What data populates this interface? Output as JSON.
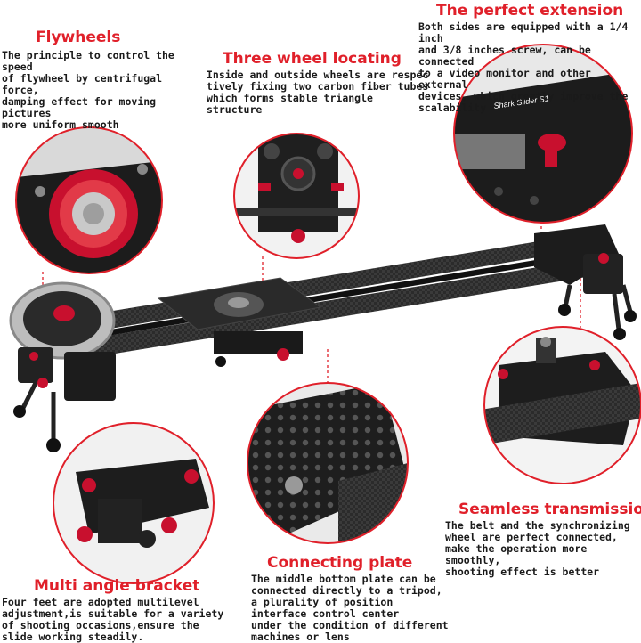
{
  "colors": {
    "accent_red": "#e0202a",
    "circle_border": "#e0202a",
    "rail_carbon": "#2e2e2e",
    "plate_black": "#1c1c1c",
    "knob_red": "#c8102e"
  },
  "features": {
    "flywheels": {
      "title": "Flywheels",
      "lines": [
        "The principle to control the speed",
        "of flywheel by centrifugal force,",
        "damping effect for moving pictures",
        "more uniform smooth"
      ]
    },
    "three_wheel": {
      "title": "Three wheel locating",
      "lines": [
        "Inside and outside wheels are respec",
        "tively fixing two carbon fiber tubes",
        "which forms stable triangle structure"
      ]
    },
    "extension": {
      "title": "The perfect extension",
      "lines": [
        "Both sides are equipped with a 1/4 inch",
        "and 3/8 inches screw, can be connected",
        "to a video monitor and other external",
        "devices, which greatly improve the",
        "scalability"
      ]
    },
    "seamless": {
      "title": "Seamless transmission",
      "lines": [
        "The belt and the synchronizing",
        "wheel are perfect connected,",
        "make the operation more smoothly,",
        "shooting effect is better"
      ]
    },
    "connecting": {
      "title": "Connecting plate",
      "lines": [
        "The middle bottom plate can be",
        "connected directly to a tripod,",
        "a plurality of position",
        "interface control center",
        "under the condition of different",
        "machines or lens"
      ]
    },
    "bracket": {
      "title": "Multi angle bracket",
      "lines": [
        "Four feet are adopted multilevel",
        "adjustment,is suitable for a variety",
        "of shooting occasions,ensure the",
        "slide working steadily."
      ]
    }
  },
  "product_engraving": "Shark Slider S1"
}
